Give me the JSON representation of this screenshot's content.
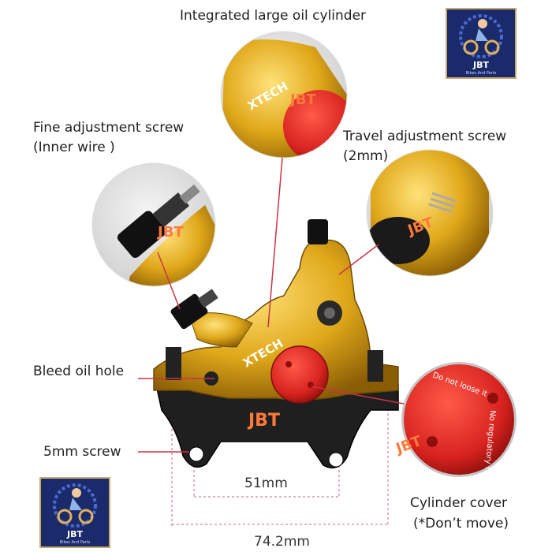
{
  "annotations": {
    "integrated_cylinder": "Integrated large oil cylinder",
    "fine_adjust_line1": "Fine adjustment screw",
    "fine_adjust_line2": "(Inner wire )",
    "travel_adjust_line1": "Travel adjustment screw",
    "travel_adjust_line2": "(2mm)",
    "bleed_hole": "Bleed oil hole",
    "screw_5mm": "5mm screw",
    "cylinder_cover_line1": "Cylinder cover",
    "cylinder_cover_line2": "(*Don’t move)"
  },
  "dimensions": {
    "inner": "51mm",
    "outer": "74.2mm"
  },
  "product": {
    "brand_mark": "XTECH",
    "cover_text_1": "Do not loose it",
    "cover_text_2": "No regulatory function",
    "watermark": "JBT"
  },
  "logo": {
    "name": "JBT",
    "tagline": "Bikes And Parts"
  },
  "colors": {
    "gold": "#d4a017",
    "red": "#d8231f",
    "black": "#1a1a1a",
    "leader": "#cc3344"
  }
}
